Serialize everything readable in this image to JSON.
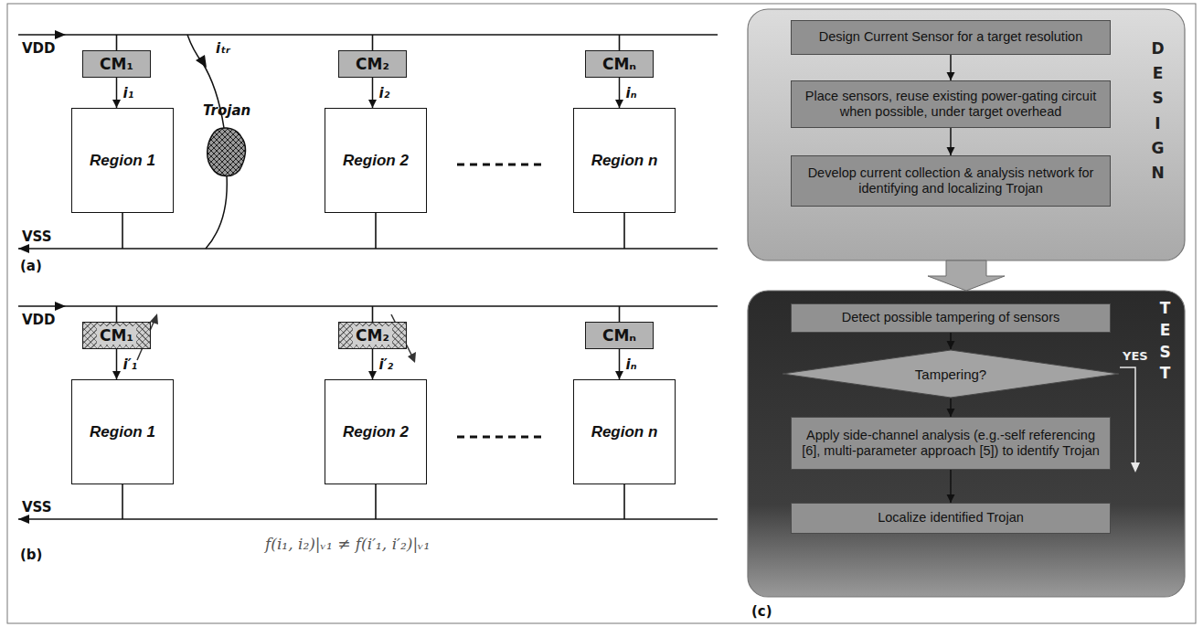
{
  "diagram": {
    "nodes": [
      {
        "text": [
          "CM₁"
        ]
      },
      {
        "text": [
          "Region 1"
        ]
      },
      {
        "text": [
          "CM₂"
        ]
      },
      {
        "text": [
          "Region 2"
        ]
      },
      {
        "text": [
          "CMₙ"
        ]
      },
      {
        "text": [
          "Region n"
        ]
      },
      {
        "text": [
          "CM₁"
        ]
      },
      {
        "text": [
          "Region 1"
        ]
      },
      {
        "text": [
          "CM₂"
        ]
      },
      {
        "text": [
          "Region 2"
        ]
      },
      {
        "text": [
          "CMₙ"
        ]
      },
      {
        "text": [
          "Region n"
        ]
      },
      {
        "text": [
          "DESIGN"
        ]
      },
      {
        "text": [
          "Design Current Sensor for a target resolution"
        ],
        "in": 12
      },
      {
        "text": [
          "Place sensors, reuse existing power-gating circuit when possible, under target overhead"
        ],
        "in": 12
      },
      {
        "text": [
          "Develop current collection & analysis network for identifying and localizing Trojan"
        ],
        "in": 12
      },
      {
        "text": [
          "TEST"
        ]
      },
      {
        "text": [
          "Detect possible tampering of sensors"
        ],
        "in": 16
      },
      {
        "text": [
          "Tampering?"
        ],
        "in": 16
      },
      {
        "text": [
          "Apply side-channel analysis (e.g.-self referencing [6], multi-parameter approach [5]) to identify Trojan"
        ],
        "in": 16
      },
      {
        "text": [
          "Localize identified Trojan"
        ],
        "in": 16
      }
    ],
    "edges": [
      {
        "from": 0,
        "to": 1,
        "label": "i₁",
        "arrow": "to"
      },
      {
        "from": 2,
        "to": 3,
        "label": "i₂",
        "arrow": "to"
      },
      {
        "from": 4,
        "to": 5,
        "label": "iₙ",
        "arrow": "to"
      },
      {
        "from": 6,
        "to": 7,
        "label": "i′₁",
        "arrow": "to"
      },
      {
        "from": 8,
        "to": 9,
        "label": "i′₂",
        "arrow": "to"
      },
      {
        "from": 10,
        "to": 11,
        "label": "iₙ",
        "arrow": "to"
      },
      {
        "from": 12,
        "to": 16,
        "arrow": "to"
      },
      {
        "from": 13,
        "to": 14,
        "arrow": "to"
      },
      {
        "from": 14,
        "to": 15,
        "arrow": "to"
      },
      {
        "from": 17,
        "to": 18,
        "arrow": "to"
      },
      {
        "from": 18,
        "to": 19,
        "arrow": "to"
      },
      {
        "from": 19,
        "to": 20,
        "arrow": "to"
      }
    ],
    "labels": [
      "VDD",
      "VSS",
      "(a)",
      "Trojan",
      "iₜᵣ",
      "VDD",
      "VSS",
      "(b)",
      "f(i₁, i₂)|ᵥ₁ ≠ f(i′₁, i′₂)|ᵥ₁",
      "(c)",
      "YES"
    ]
  }
}
